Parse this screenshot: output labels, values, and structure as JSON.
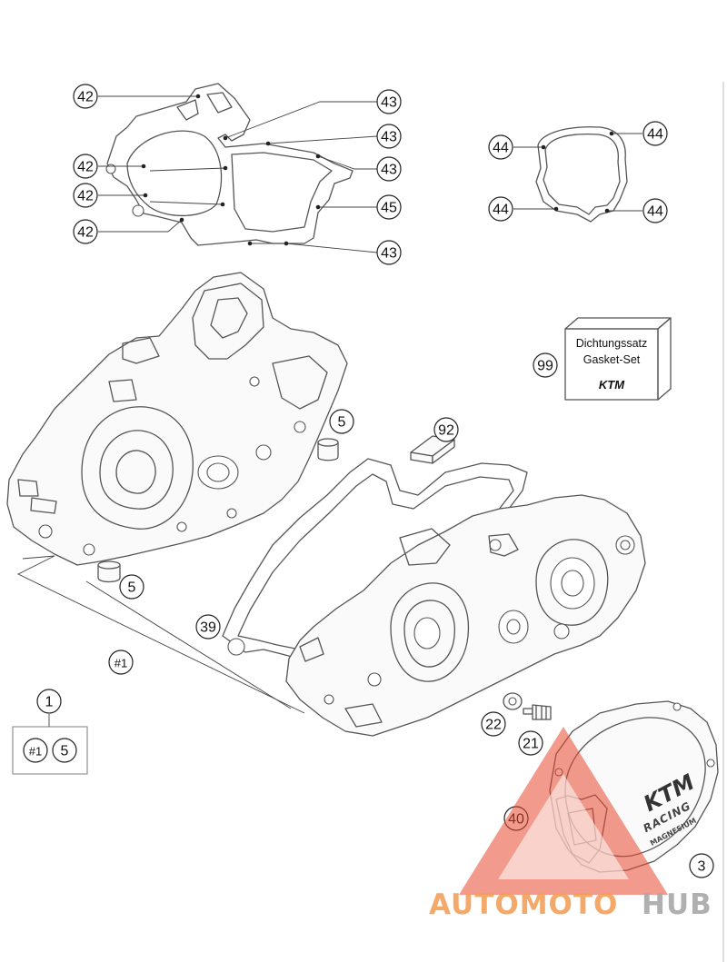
{
  "callouts": {
    "c42a": "42",
    "c42b": "42",
    "c42c": "42",
    "c42d": "42",
    "c43a": "43",
    "c43b": "43",
    "c43c": "43",
    "c43d": "43",
    "c45": "45",
    "c44a": "44",
    "c44b": "44",
    "c44c": "44",
    "c44d": "44",
    "c99": "99",
    "c5a": "5",
    "c5b": "5",
    "c5c": "5",
    "c92": "92",
    "c39": "39",
    "c1set": "#1",
    "c1": "1",
    "c1box": "#1",
    "c22": "22",
    "c21": "21",
    "c40": "40",
    "c3": "3"
  },
  "gasket_kit": {
    "line1": "Dichtungssatz",
    "line2": "Gasket-Set",
    "logo": "KTM"
  },
  "cover_text": {
    "brand": "KTM",
    "line1": "RACING",
    "line2": "MAGNESIUM"
  },
  "watermark": {
    "part1": "AUTOMOTO",
    "part2": "HUB",
    "color_accent": "#e8492f",
    "color_orange": "#f2a05a",
    "color_grey": "#a8a8a8"
  }
}
